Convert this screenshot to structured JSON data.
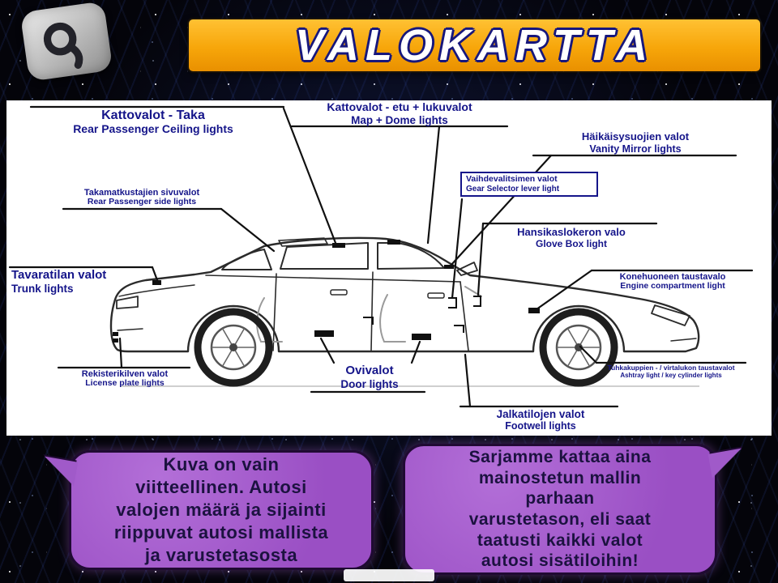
{
  "header": {
    "title": "VALOKARTTA"
  },
  "callouts": {
    "rear_ceiling": {
      "fi": "Kattovalot - Taka",
      "en": "Rear Passenger Ceiling lights"
    },
    "map_dome": {
      "fi": "Kattovalot - etu + lukuvalot",
      "en": "Map + Dome lights"
    },
    "vanity": {
      "fi": "Häikäisysuojien valot",
      "en": "Vanity Mirror lights"
    },
    "gear": {
      "fi": "Vaihdevalitsimen valot",
      "en": "Gear Selector lever light"
    },
    "rear_side": {
      "fi": "Takamatkustajien sivuvalot",
      "en": "Rear Passenger side lights"
    },
    "glove": {
      "fi": "Hansikaslokeron valo",
      "en": "Glove Box light"
    },
    "trunk": {
      "fi": "Tavaratilan valot",
      "en": "Trunk lights"
    },
    "engine": {
      "fi": "Konehuoneen taustavalo",
      "en": "Engine compartment light"
    },
    "plate": {
      "fi": "Rekisterikilven valot",
      "en": "License plate lights"
    },
    "door": {
      "fi": "Ovivalot",
      "en": "Door lights"
    },
    "ashtray": {
      "fi": "Tuhkakuppien - / virtalukon taustavalot",
      "en": "Ashtray light / key cylinder lights"
    },
    "footwell": {
      "fi": "Jalkatilojen valot",
      "en": "Footwell lights"
    }
  },
  "bubbles": {
    "left": "Kuva on vain\nviitteellinen. Autosi\nvalojen määrä ja sijainti\nriippuvat autosi mallista\nja varustetasosta",
    "right": "Sarjamme kattaa aina\nmainostetun mallin\nparhaan\nvarustetason, eli saat\ntaatusti kaikki valot\nautosi sisätiloihin!"
  },
  "colors": {
    "banner_orange": "#f7a60a",
    "label_navy": "#15158a",
    "bubble_purple": "#a05ac9",
    "bubble_text": "#1c1240",
    "line_black": "#111111"
  }
}
